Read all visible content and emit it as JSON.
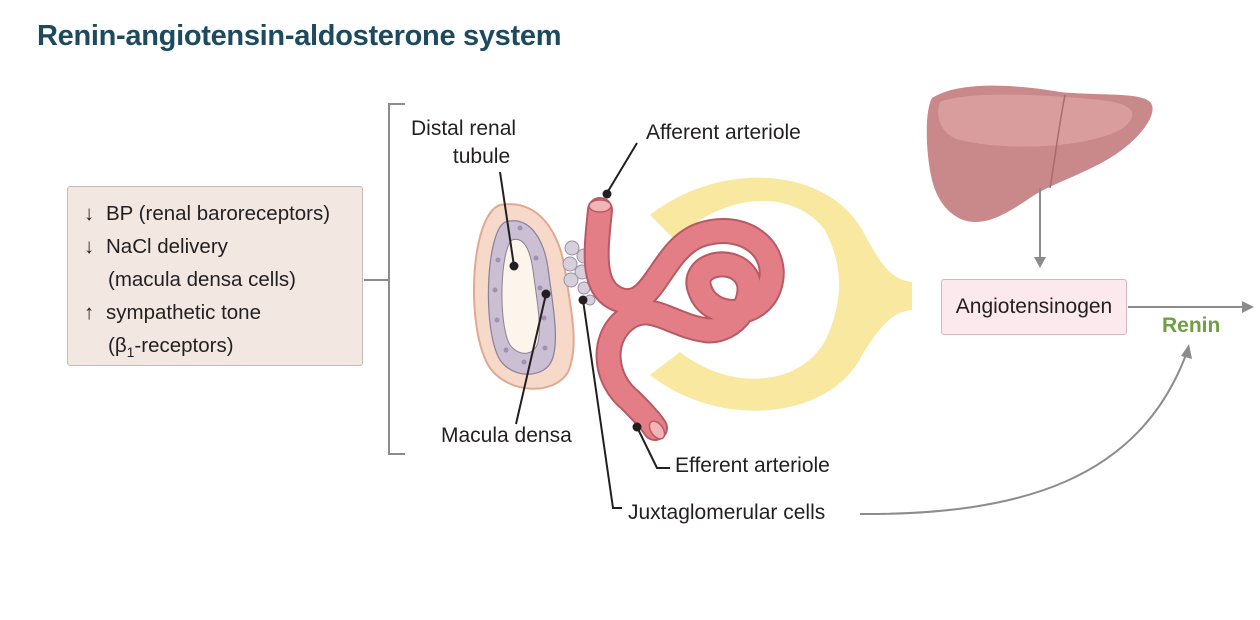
{
  "title": "Renin-angiotensin-aldosterone system",
  "stimuli": {
    "line1": "BP (renal baroreceptors)",
    "line2": "NaCl delivery",
    "line3": "(macula densa cells)",
    "line4": "sympathetic tone",
    "line5_open": "(β",
    "line5_sub": "1",
    "line5_rest": "-receptors)",
    "down_arrow": "↓",
    "up_arrow": "↑"
  },
  "labels": {
    "distal_line1": "Distal renal",
    "distal_line2": "tubule",
    "afferent": "Afferent arteriole",
    "efferent": "Efferent arteriole",
    "macula": "Macula densa",
    "juxta": "Juxtaglomerular cells",
    "angiotensinogen": "Angiotensinogen",
    "renin": "Renin"
  },
  "icons": [
    "liver-icon",
    "kidney-tubule-icon",
    "glomerulus-icon"
  ],
  "colors": {
    "title": "#1d4a5e",
    "vessel": "#e37e86",
    "capsule": "#f8e8a0",
    "tubule_cells": "#cbbfd4",
    "liver": "#c9888a",
    "renin": "#6f9f45",
    "angio_fill": "#fbe9ee",
    "stim_fill": "#f2e8e1"
  }
}
